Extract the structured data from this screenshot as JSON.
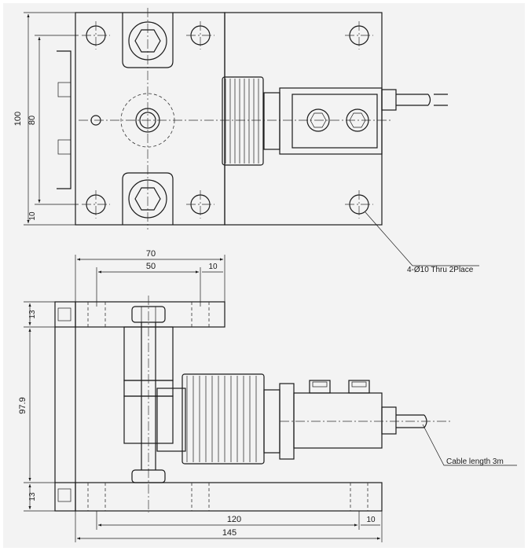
{
  "top_view": {
    "dim_height": "100",
    "dim_inner": "80",
    "dim_edge": "10",
    "hole_note": "4-Ø10 Thru 2Place"
  },
  "front_view": {
    "dim_70": "70",
    "dim_50": "50",
    "dim_10_top": "10",
    "dim_13_top": "13",
    "dim_97_9": "97.9",
    "dim_13_bottom": "13",
    "dim_120": "120",
    "dim_10_bottom": "10",
    "dim_145": "145",
    "cable_note": "Cable length 3m"
  },
  "colors": {
    "background": "#f3f3f3",
    "line": "#1a1a1a"
  }
}
